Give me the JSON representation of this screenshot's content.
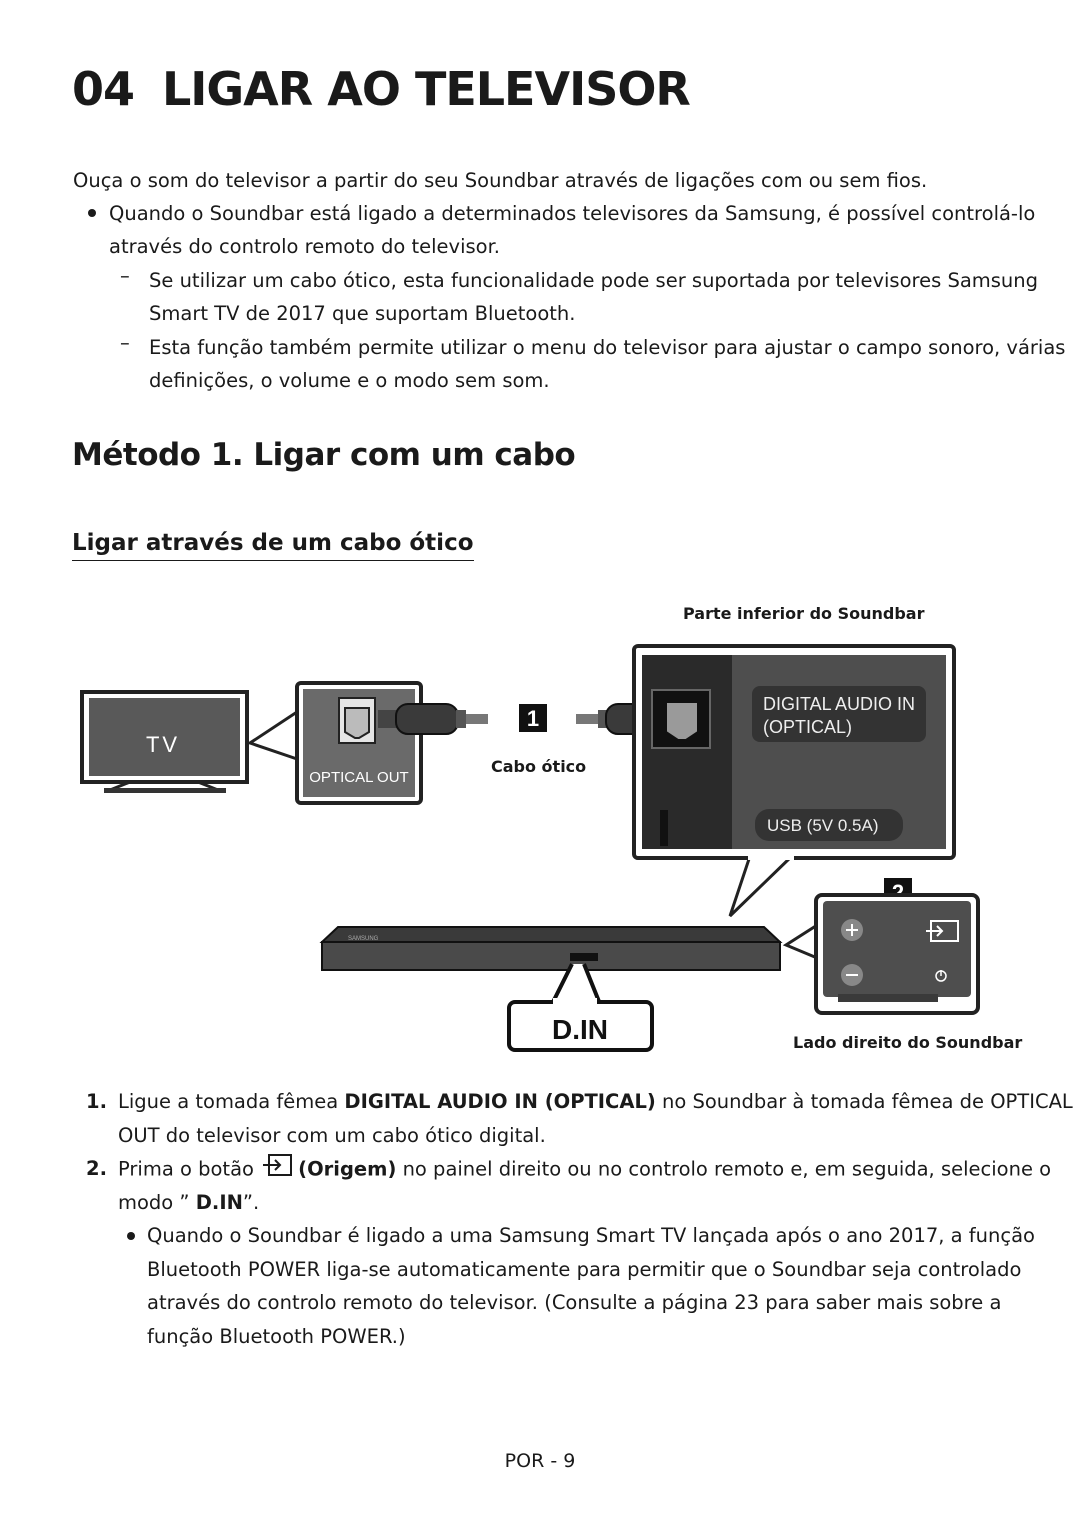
{
  "chapter": {
    "number": "04",
    "title": "LIGAR AO TELEVISOR"
  },
  "intro": "Ouça o som do televisor a partir do seu Soundbar através de ligações com ou sem fios.",
  "bullet1": {
    "line1": "Quando o Soundbar está ligado a determinados televisores da Samsung, é possível controlá-lo",
    "line2": "através do controlo remoto do televisor."
  },
  "dash1": {
    "line1": "Se utilizar um cabo ótico, esta funcionalidade pode ser suportada por televisores Samsung",
    "line2": "Smart TV de 2017 que suportam Bluetooth."
  },
  "dash2": {
    "line1": "Esta função também permite utilizar o menu do televisor para ajustar o campo sonoro, várias",
    "line2": "definições, o volume e o modo sem som."
  },
  "method_title": "Método 1. Ligar com um cabo",
  "section_title": "Ligar através de um cabo ótico",
  "diagram": {
    "bottom_label": "Parte inferior do Soundbar",
    "tv_label": "TV",
    "optical_out": "OPTICAL OUT",
    "cable_label": "Cabo ótico",
    "digital_audio_in_line1": "DIGITAL AUDIO IN",
    "digital_audio_in_line2": "(OPTICAL)",
    "usb": "USB (5V 0.5A)",
    "badge1": "1",
    "badge2": "2",
    "soundbar_logo": "SAMSUNG",
    "display": "D.IN",
    "right_side_label": "Lado direito do Soundbar"
  },
  "steps": {
    "s1_num": "1.",
    "s1_pre": "Ligue a tomada fêmea ",
    "s1_bold": "DIGITAL AUDIO IN (OPTICAL)",
    "s1_post": " no Soundbar à tomada fêmea de OPTICAL",
    "s1_line2": "OUT do televisor com um cabo ótico digital.",
    "s2_num": "2.",
    "s2_pre": "Prima o botão ",
    "s2_bold": "(Origem)",
    "s2_post": " no painel direito ou no controlo remoto e, em seguida, selecione o",
    "s2_line2_pre": "modo ” ",
    "s2_line2_bold": "D.IN",
    "s2_line2_post": "”.",
    "note_line1": "Quando o Soundbar é ligado a uma Samsung Smart TV lançada após o ano 2017, a função",
    "note_line2": "Bluetooth POWER liga-se automaticamente para permitir que o Soundbar seja controlado",
    "note_line3": "através do controlo remoto do televisor. (Consulte a página 23 para saber mais sobre a",
    "note_line4": "função Bluetooth POWER.)"
  },
  "footer": "POR - 9"
}
